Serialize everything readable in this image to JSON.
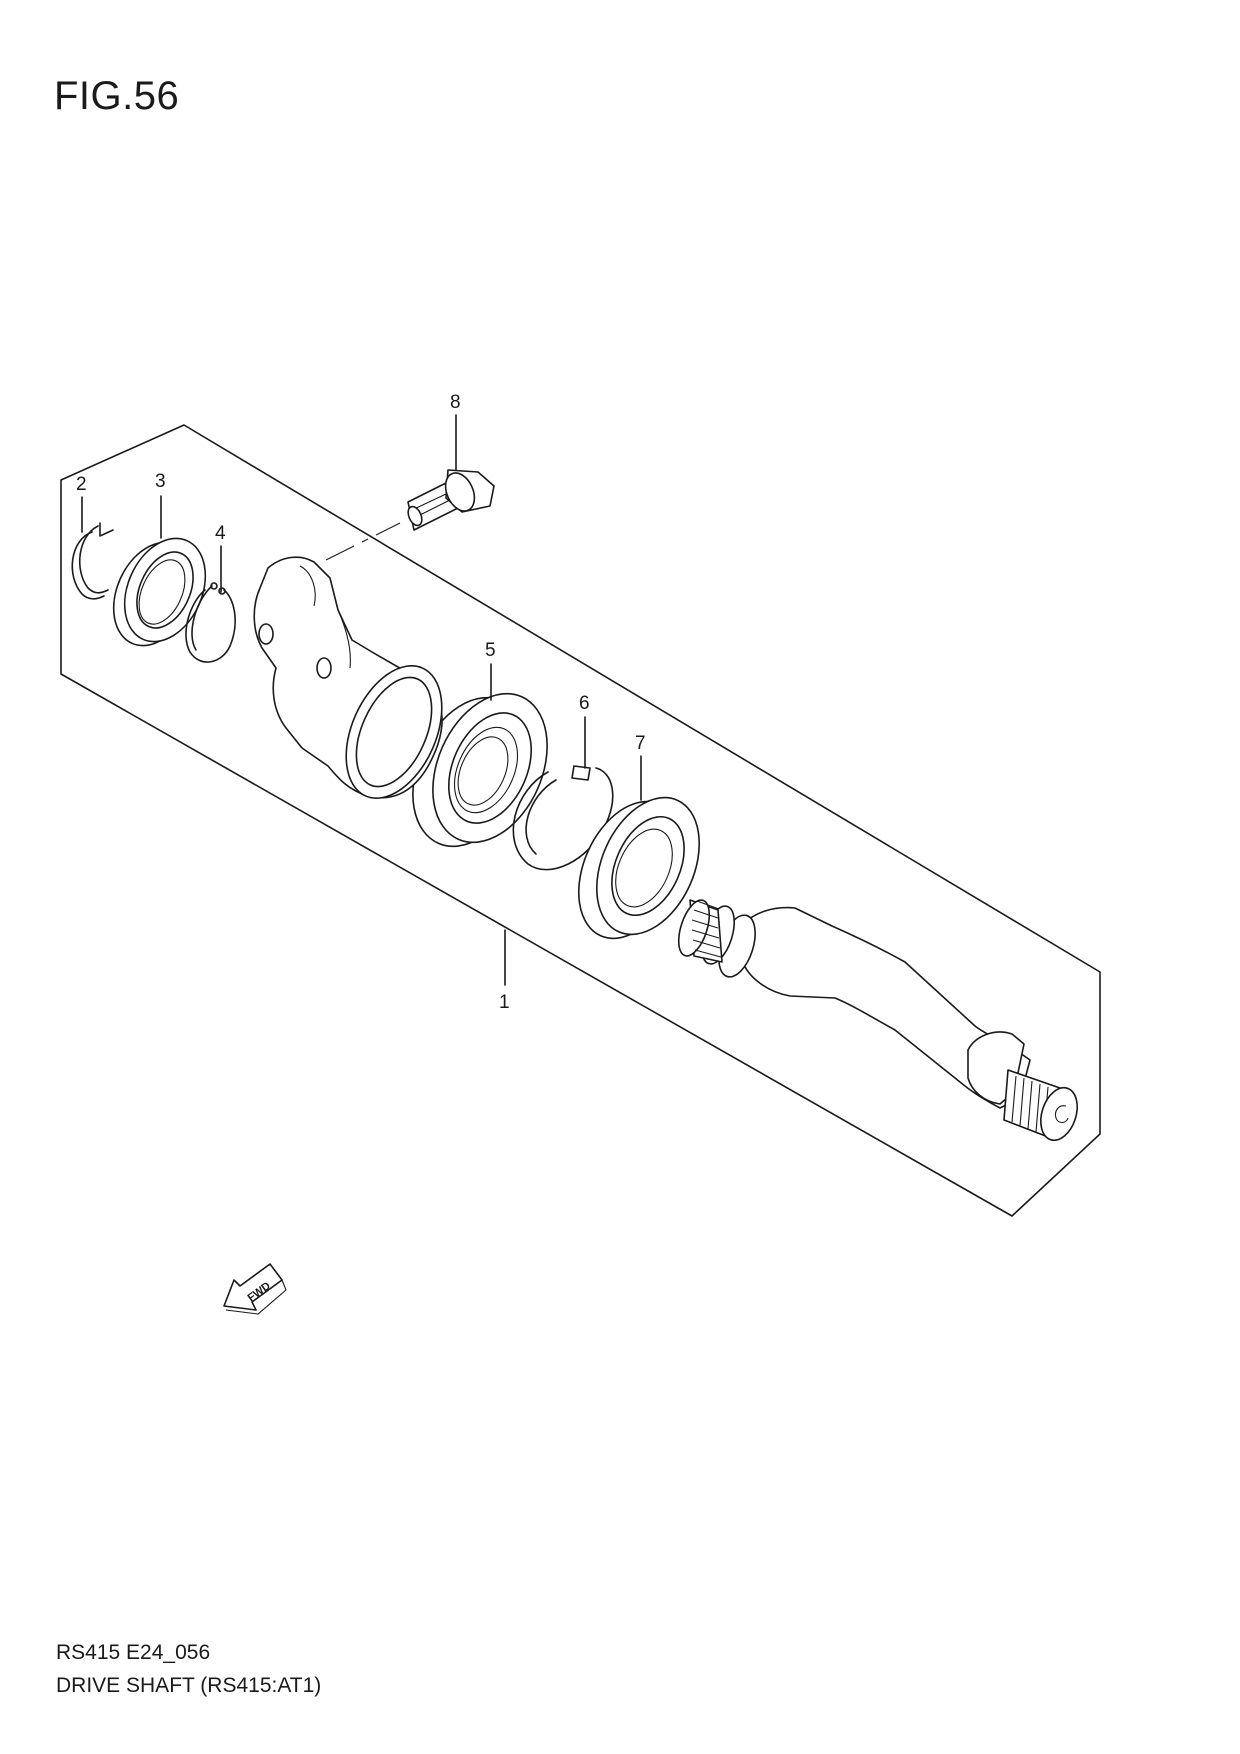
{
  "figure": {
    "title": "FIG.56"
  },
  "callouts": [
    "1",
    "2",
    "3",
    "4",
    "5",
    "6",
    "7",
    "8"
  ],
  "fwd_arrow_label": "FWD",
  "footer": {
    "code": "RS415 E24_056",
    "caption": "DRIVE SHAFT (RS415:AT1)"
  }
}
